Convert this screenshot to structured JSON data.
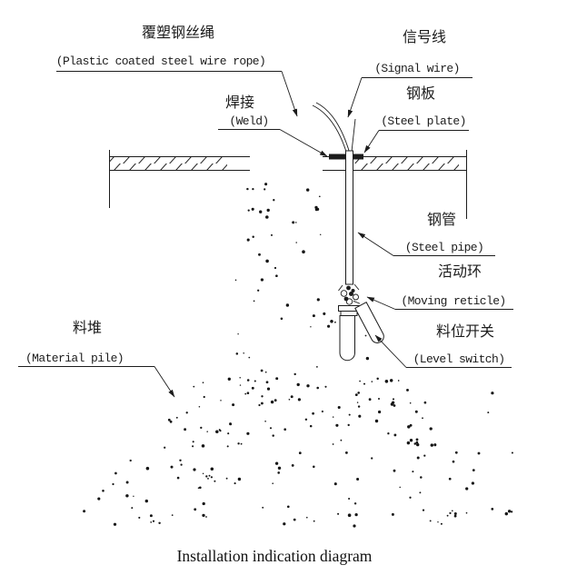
{
  "title": "Installation indication diagram",
  "labels": {
    "rope": {
      "cn": "覆塑钢丝绳",
      "en": "(Plastic coated steel wire rope)"
    },
    "weld": {
      "cn": "焊接",
      "en": "(Weld)"
    },
    "signal": {
      "cn": "信号线",
      "en": "(Signal wire)"
    },
    "plate": {
      "cn": "钢板",
      "en": "(Steel plate)"
    },
    "pipe": {
      "cn": "钢管",
      "en": "(Steel pipe)"
    },
    "ring": {
      "cn": "活动环",
      "en": "(Moving reticle)"
    },
    "switch": {
      "cn": "料位开关",
      "en": "(Level switch)"
    },
    "pile": {
      "cn": "料堆",
      "en": "(Material pile)"
    }
  },
  "colors": {
    "ink": "#1c1c1c",
    "background": "#ffffff"
  }
}
